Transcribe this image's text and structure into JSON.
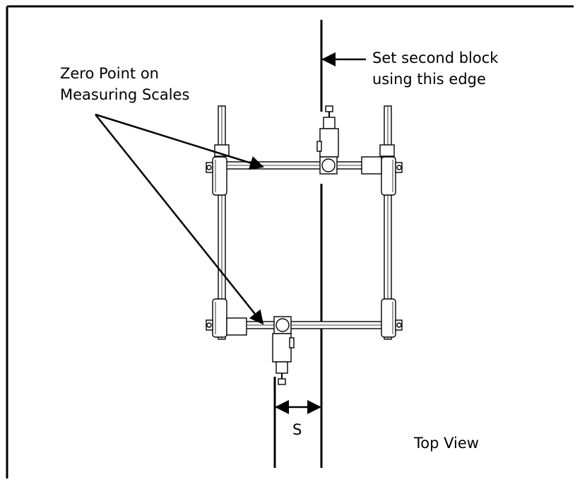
{
  "labels": {
    "zero_point_line1": "Zero Point on",
    "zero_point_line2": "Measuring Scales",
    "set_block_line1": "Set second block",
    "set_block_line2": "using this edge",
    "spacing": "S",
    "view": "Top View"
  }
}
